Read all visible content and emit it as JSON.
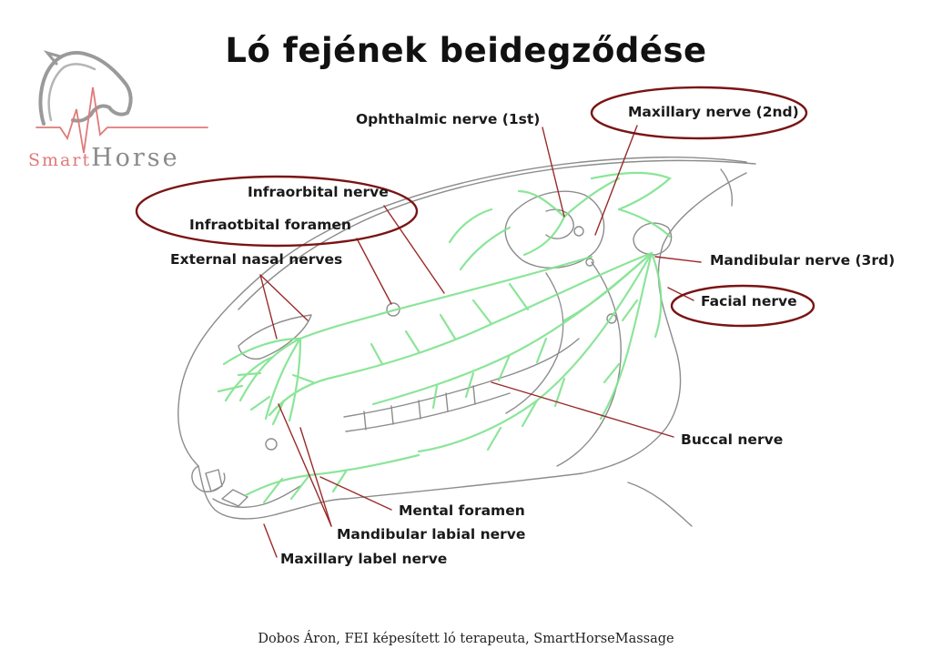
{
  "title": "Ló fejének beidegződése",
  "logo": {
    "part1": "Smart",
    "part2": "Horse"
  },
  "labels": {
    "ophthalmic": "Ophthalmic nerve (1st)",
    "maxillary": "Maxillary nerve (2nd)",
    "infraorbital_nerve": "Infraorbital nerve",
    "infraorbital_foramen": "Infraotbital foramen",
    "external_nasal": "External nasal nerves",
    "mandibular": "Mandibular nerve (3rd)",
    "facial": "Facial nerve",
    "buccal": "Buccal nerve",
    "mental_foramen": "Mental foramen",
    "mandibular_labial": "Mandibular labial nerve",
    "maxillary_labial": "Maxillary label nerve"
  },
  "footer": "Dobos Áron, FEI képesített ló terapeuta, SmartHorseMassage",
  "colors": {
    "nerve": "#7fe38f",
    "leader": "#9a2a2a",
    "highlight_ring": "#7a1414",
    "outline": "#8c8c8c",
    "logo_red": "#e07a7a",
    "logo_grey": "#8a8a8a"
  }
}
